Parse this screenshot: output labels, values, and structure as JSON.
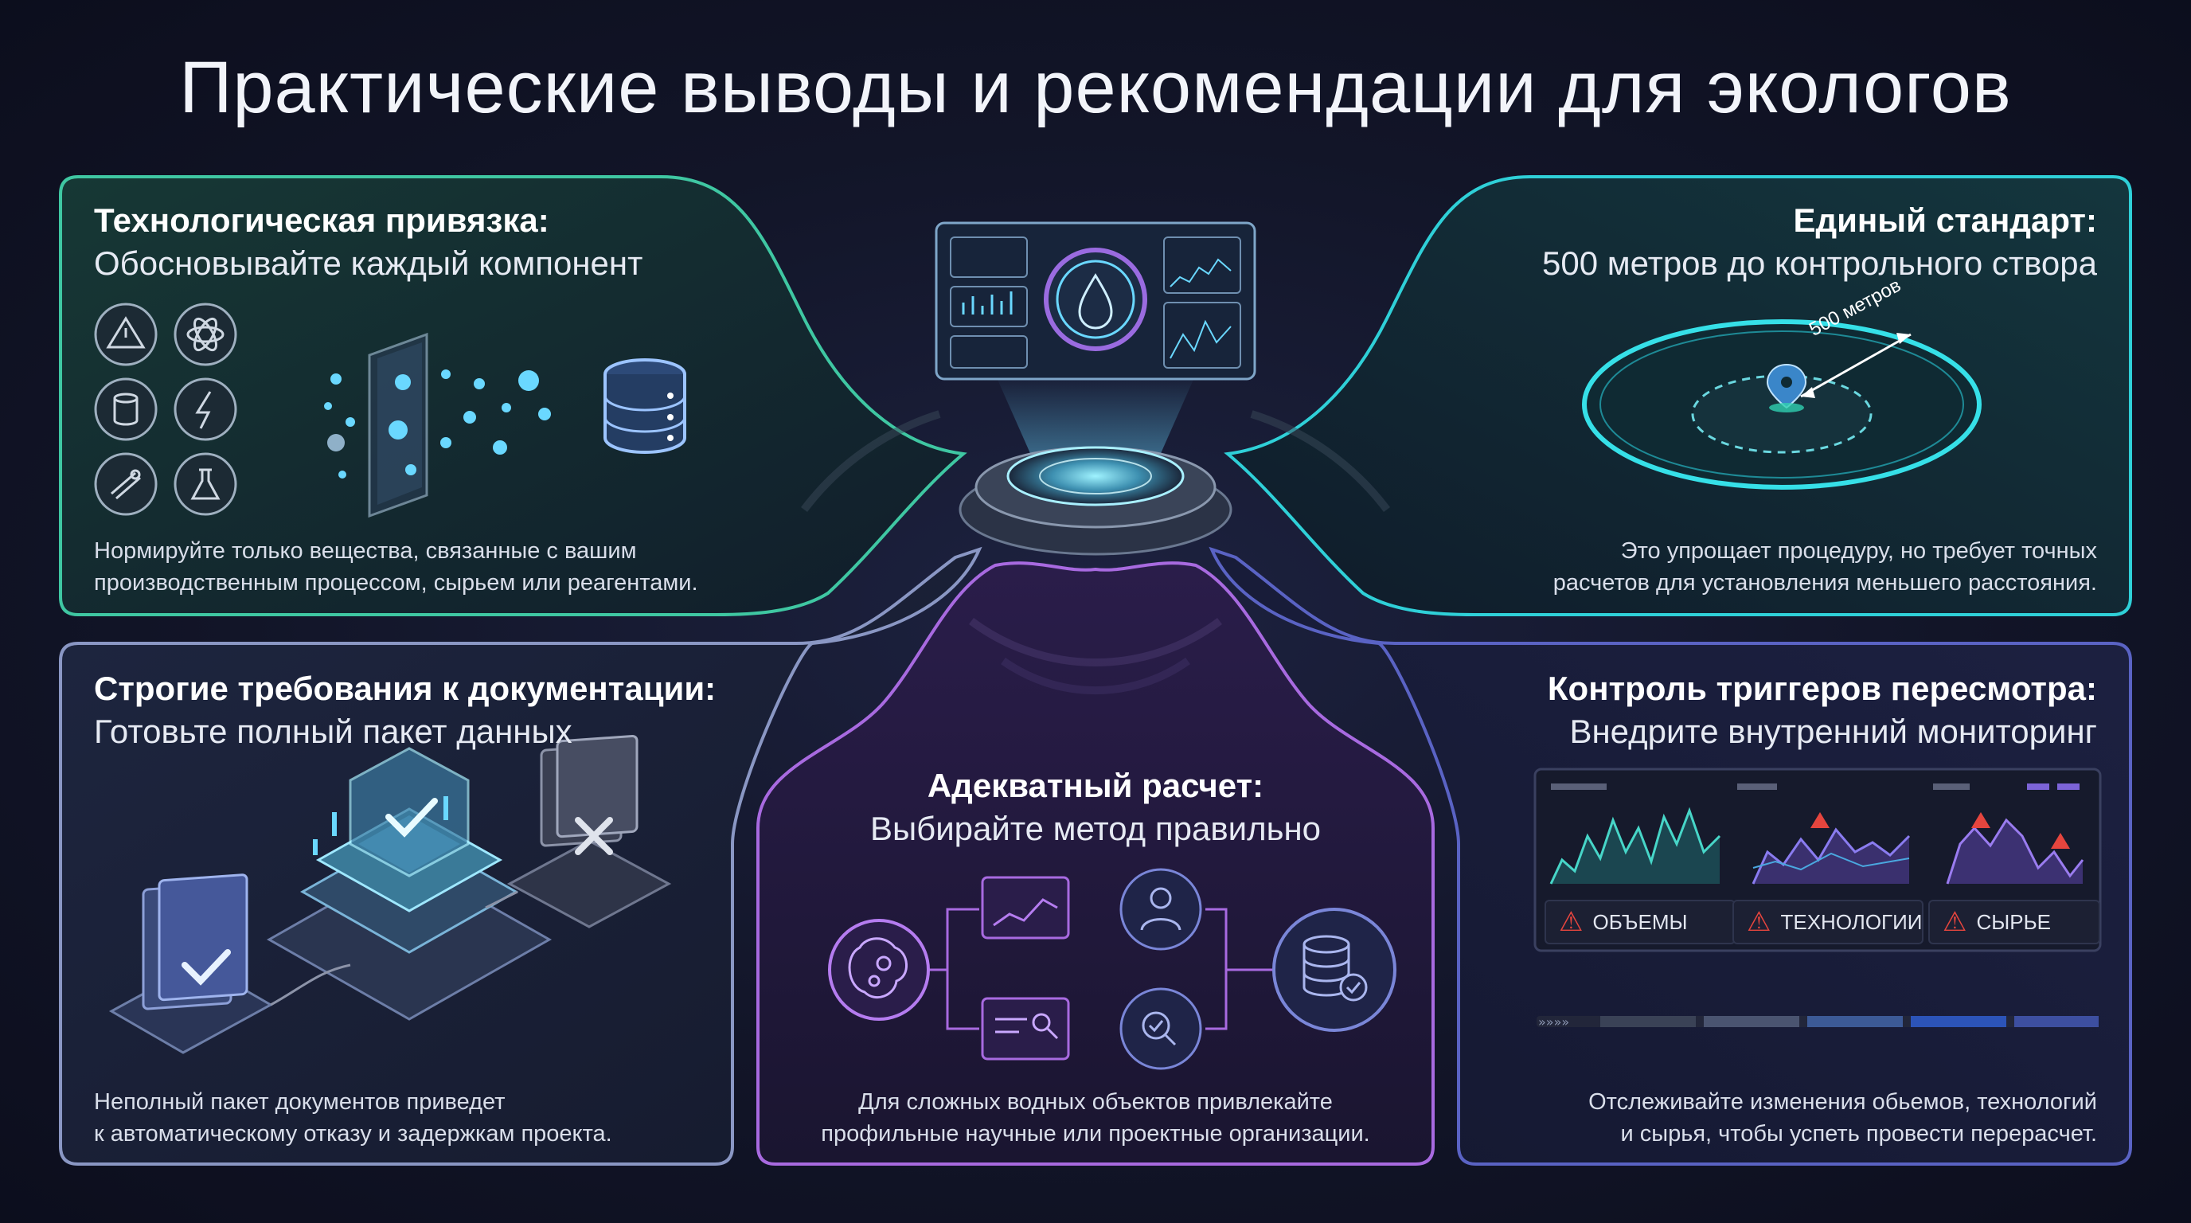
{
  "page": {
    "title": "Практические выводы и рекомендации для экологов"
  },
  "panels": {
    "tech": {
      "title": "Технологическая привязка:",
      "subtitle": "Обосновывайте каждый компонент",
      "body": [
        "Нормируйте только вещества, связанные с вашим",
        "производственным процессом, сырьем или реагентами."
      ],
      "accent": "#3fc7a2"
    },
    "standard": {
      "title": "Единый стандарт:",
      "subtitle": "500 метров до контрольного створа",
      "distance_label": "500 метров",
      "body": [
        "Это упрощает процедуру, но требует точных",
        "расчетов для установления меньшего расстояния."
      ],
      "accent": "#2fd0d8"
    },
    "docs": {
      "title": "Строгие требования к документации:",
      "subtitle": "Готовьте полный пакет данных",
      "body": [
        "Неполный пакет документов приведет",
        "к автоматическому отказу и задержкам проекта."
      ],
      "accent": "#8a97c4"
    },
    "calc": {
      "title": "Адекватный расчет:",
      "subtitle": "Выбирайте метод правильно",
      "body": [
        "Для сложных водных объектов привлекайте",
        "профильные научные или проектные организации."
      ],
      "accent": "#a86ae0"
    },
    "monitor": {
      "title": "Контроль триггеров пересмотра:",
      "subtitle": "Внедрите внутренний мониторинг",
      "chips": [
        "ОБЪЕМЫ",
        "ТЕХНОЛОГИИ",
        "СЫРЬЕ"
      ],
      "body": [
        "Отслеживайте изменения обьемов, технологий",
        "и сырья, чтобы успеть провести перерасчет."
      ],
      "accent": "#5a63c4"
    }
  },
  "icons": {
    "tech_grid": [
      "hazard-triangle-icon",
      "atom-icon",
      "cylinder-icon",
      "lightning-icon",
      "pipe-icon",
      "flask-icon"
    ],
    "central": "water-drop-dashboard-icon",
    "calc_flow": [
      "brain-gear-icon",
      "chart-document-icon",
      "analysis-document-icon",
      "expert-icon",
      "search-check-icon",
      "database-check-icon"
    ]
  }
}
